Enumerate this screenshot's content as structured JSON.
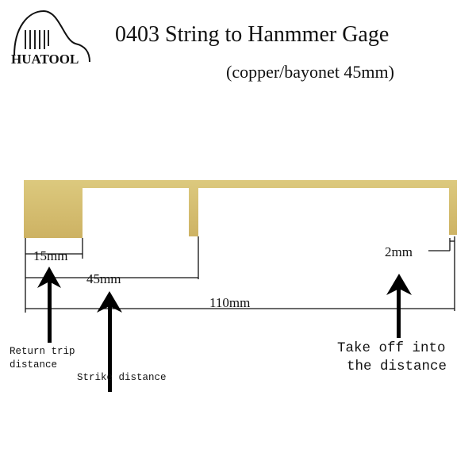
{
  "logo": {
    "brand": "HUATOOL",
    "icon": "piano-icon"
  },
  "title": "0403 String to Hanmmer Gage",
  "subtitle": "(copper/bayonet 45mm)",
  "dimensions": {
    "return_trip": "15mm",
    "strike": "45mm",
    "total": "110mm",
    "take_off": "2mm"
  },
  "labels": {
    "return_trip_line1": "Return trip",
    "return_trip_line2": "distance",
    "strike": "Strike distance",
    "take_off_line1": "Take off into",
    "take_off_line2": "the distance"
  },
  "colors": {
    "brass": "#d8c274",
    "brass_dark": "#b89f4e",
    "ink": "#111111"
  }
}
